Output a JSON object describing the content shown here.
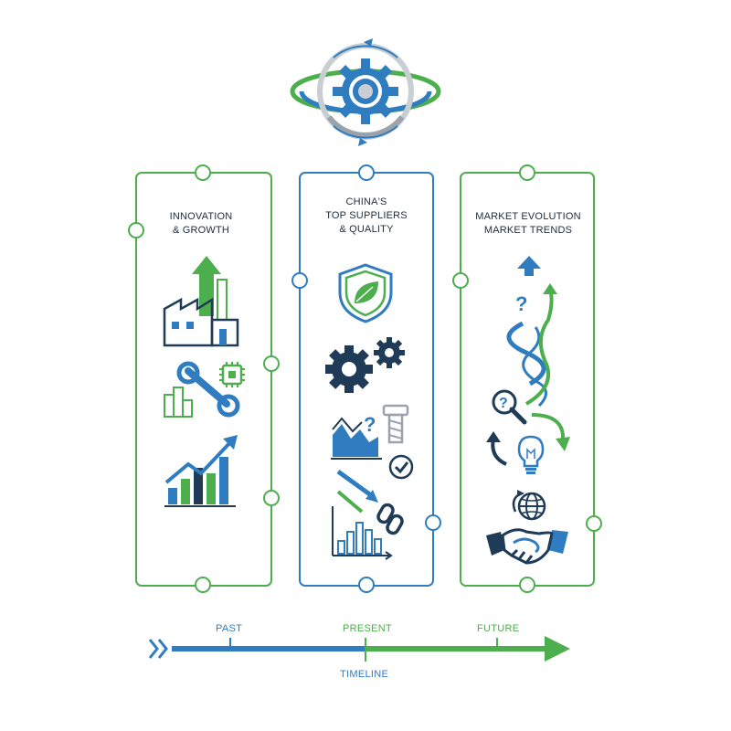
{
  "colors": {
    "green": "#4cae4c",
    "blue": "#2f7cc0",
    "navy": "#1f3b57",
    "gray": "#b9bec4"
  },
  "top_icon": {
    "name": "gear-cycle-icon"
  },
  "panels": [
    {
      "id": "past",
      "title_lines": [
        "INNOVATION",
        "& GROWTH"
      ],
      "icons": [
        "factory-growth-icon",
        "wrench-chip-icon",
        "rising-bar-chart-icon"
      ]
    },
    {
      "id": "present",
      "title_lines": [
        "CHINA'S",
        "TOP SUPPLIERS",
        "& QUALITY"
      ],
      "icons": [
        "shield-leaf-icon",
        "gears-icon",
        "area-chart-question-icon",
        "bolt-icon",
        "check-circle-icon",
        "falling-arrows-icon",
        "chain-link-icon",
        "bar-chart-icon"
      ]
    },
    {
      "id": "future",
      "title_lines": [
        "MARKET EVOLUTION",
        "MARKET TRENDS"
      ],
      "icons": [
        "up-arrow-icon",
        "question-mark-icon",
        "winding-path-icon",
        "magnifier-icon",
        "lightbulb-icon",
        "globe-icon",
        "handshake-icon"
      ]
    }
  ],
  "timeline": {
    "label": "TIMELINE",
    "marks": [
      {
        "label": "PAST"
      },
      {
        "label": "PRESENT"
      },
      {
        "label": "FUTURE"
      }
    ]
  }
}
